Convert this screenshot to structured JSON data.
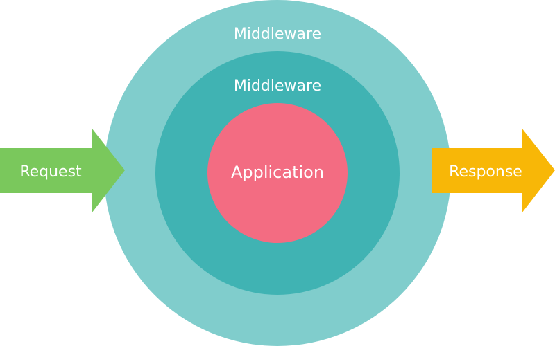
{
  "labels": {
    "outer_layer": "Middleware",
    "inner_layer": "Middleware",
    "core": "Application",
    "input_arrow": "Request",
    "output_arrow": "Response"
  },
  "colors": {
    "outer_layer": "#80cdcc",
    "inner_layer": "#40b3b3",
    "core": "#f36c82",
    "request_arrow": "#7ac85c",
    "response_arrow": "#f8b707",
    "text": "#ffffff"
  }
}
